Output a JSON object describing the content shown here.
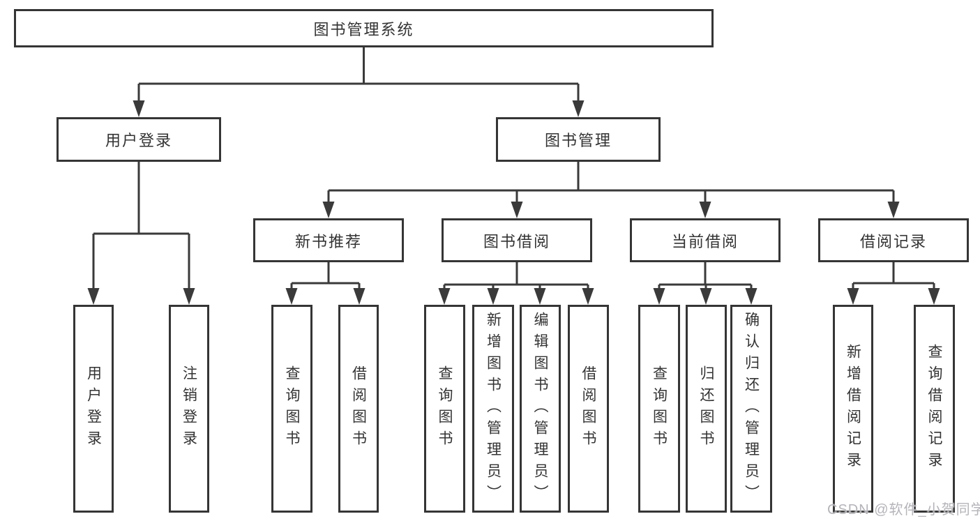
{
  "diagram": {
    "title": "图书管理系统",
    "tree": {
      "label": "图书管理系统",
      "children": [
        {
          "label": "用户登录",
          "children": [
            {
              "label": "用户登录"
            },
            {
              "label": "注销登录"
            }
          ]
        },
        {
          "label": "图书管理",
          "children": [
            {
              "label": "新书推荐",
              "children": [
                {
                  "label": "查询图书"
                },
                {
                  "label": "借阅图书"
                }
              ]
            },
            {
              "label": "图书借阅",
              "children": [
                {
                  "label": "查询图书"
                },
                {
                  "label": "新增图书（管理员）"
                },
                {
                  "label": "编辑图书（管理员）"
                },
                {
                  "label": "借阅图书"
                }
              ]
            },
            {
              "label": "当前借阅",
              "children": [
                {
                  "label": "查询图书"
                },
                {
                  "label": "归还图书"
                },
                {
                  "label": "确认归还（管理员）"
                }
              ]
            },
            {
              "label": "借阅记录",
              "children": [
                {
                  "label": "新增借阅记录"
                },
                {
                  "label": "查询借阅记录"
                }
              ]
            }
          ]
        }
      ]
    }
  },
  "watermark": {
    "text": "CSDN @软件_小贺同学"
  },
  "colors": {
    "line": "#3a3a3a",
    "border": "#353535",
    "text": "#333333",
    "watermark": "#b4b4ba",
    "background": "#ffffff"
  }
}
